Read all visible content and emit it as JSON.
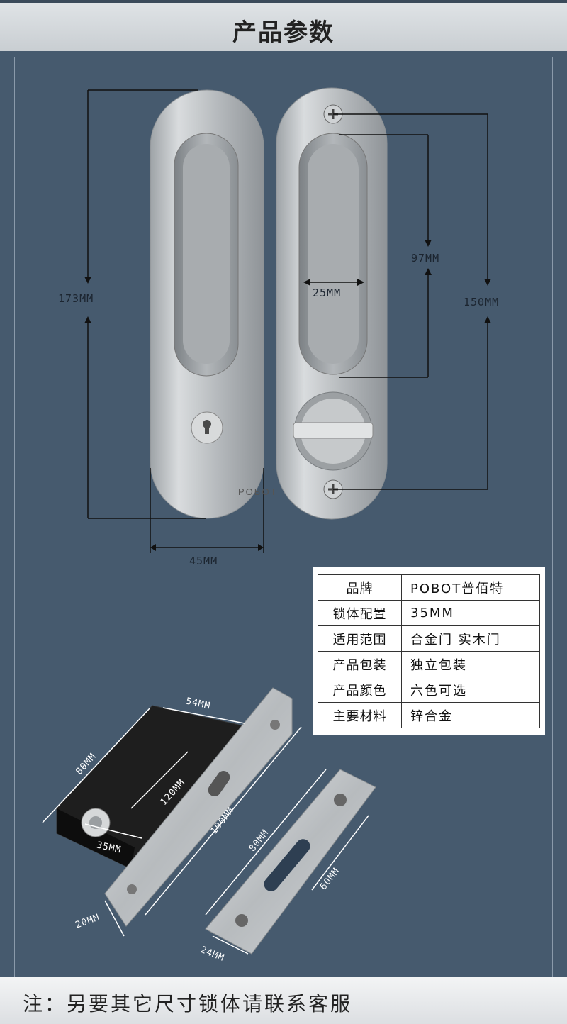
{
  "header": {
    "title": "产品参数"
  },
  "dimensions": {
    "plate_height": "173MM",
    "plate_width": "45MM",
    "handle_recess_height": "97MM",
    "handle_recess_width": "25MM",
    "screw_spacing": "150MM",
    "body_length": "54MM",
    "body_height": "80MM",
    "backset_center": "120MM",
    "backset": "35MM",
    "faceplate_length": "100MM",
    "faceplate_width": "20MM",
    "strike_length": "80MM",
    "strike_slot": "60MM",
    "strike_width": "24MM"
  },
  "brand_mark": "POBOT",
  "specs": [
    {
      "key": "品牌",
      "value": "POBOT普佰特"
    },
    {
      "key": "锁体配置",
      "value": "35MM"
    },
    {
      "key": "适用范围",
      "value": "合金门  实木门"
    },
    {
      "key": "产品包装",
      "value": "独立包装"
    },
    {
      "key": "产品颜色",
      "value": "六色可选"
    },
    {
      "key": "主要材料",
      "value": "锌合金"
    }
  ],
  "footer": {
    "note": "注：另要其它尺寸锁体请联系客服"
  },
  "colors": {
    "background": "#465a6e",
    "header": "#d4d8dc",
    "metal": "#b8bcbf"
  }
}
